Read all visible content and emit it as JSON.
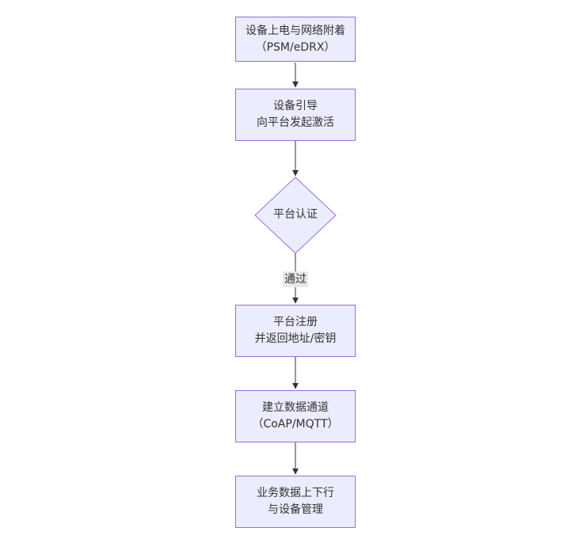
{
  "diagram": {
    "type": "flowchart-top-down",
    "nodes": [
      {
        "id": "power-attach",
        "shape": "rect",
        "lines": [
          "设备上电与网络附着",
          "（PSM/eDRX）"
        ]
      },
      {
        "id": "bootstrap",
        "shape": "rect",
        "lines": [
          "设备引导",
          "向平台发起激活"
        ]
      },
      {
        "id": "platform-auth",
        "shape": "diamond",
        "lines": [
          "平台认证"
        ]
      },
      {
        "id": "register",
        "shape": "rect",
        "lines": [
          "平台注册",
          "并返回地址/密钥"
        ]
      },
      {
        "id": "data-channel",
        "shape": "rect",
        "lines": [
          "建立数据通道",
          "（CoAP/MQTT）"
        ]
      },
      {
        "id": "business",
        "shape": "rect",
        "lines": [
          "业务数据上下行",
          "与设备管理"
        ]
      }
    ],
    "edges": [
      {
        "from": "power-attach",
        "to": "bootstrap",
        "label": ""
      },
      {
        "from": "bootstrap",
        "to": "platform-auth",
        "label": ""
      },
      {
        "from": "platform-auth",
        "to": "register",
        "label": "通过"
      },
      {
        "from": "register",
        "to": "data-channel",
        "label": ""
      },
      {
        "from": "data-channel",
        "to": "business",
        "label": ""
      }
    ],
    "colors": {
      "background": "#ffffff",
      "node_fill": "#ececff",
      "node_border": "#9370db",
      "node_text": "#333333",
      "edge_line": "#333333",
      "edge_label_bg": "#e8e8e8",
      "edge_label_text": "#333333"
    }
  }
}
